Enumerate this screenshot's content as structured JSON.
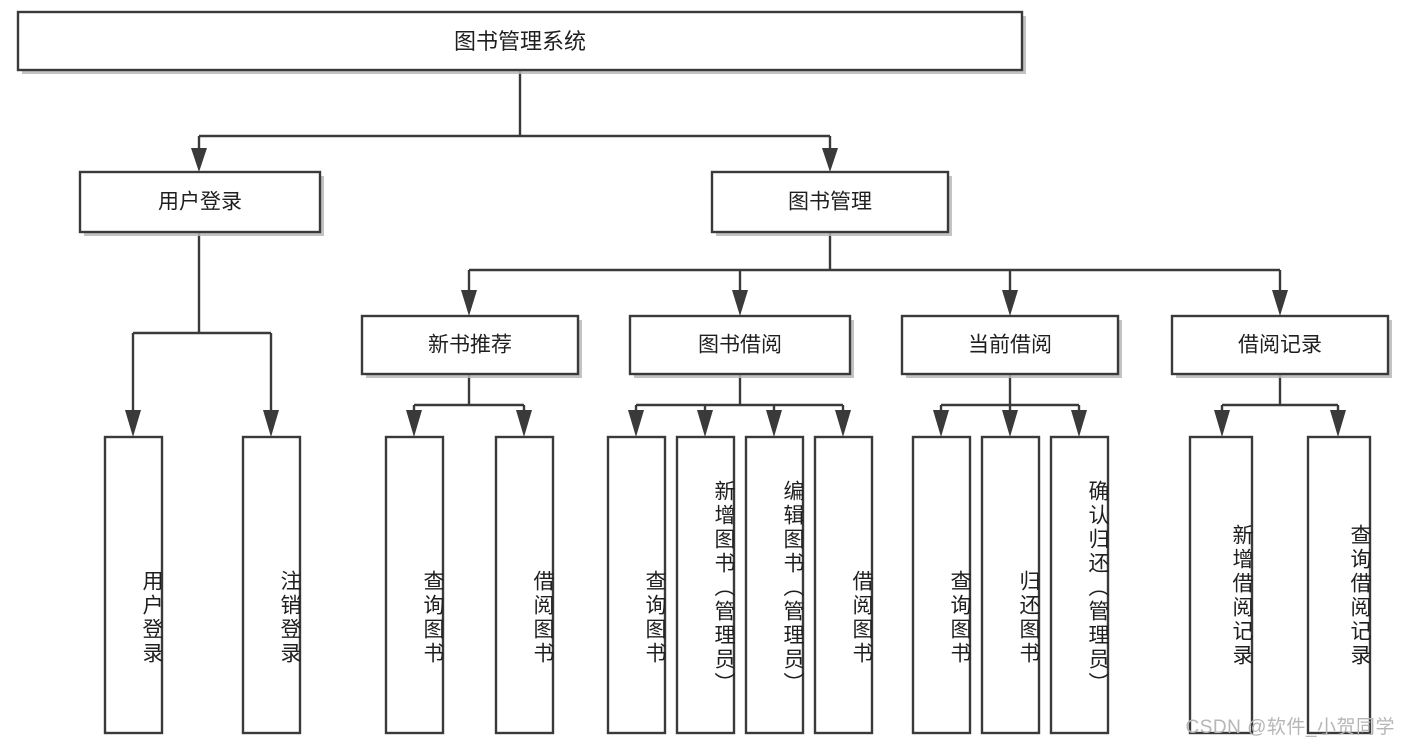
{
  "diagram": {
    "title": "图书管理系统",
    "type": "hierarchy-tree",
    "watermark": "CSDN @软件_小贺同学",
    "colors": {
      "background": "#ffffff",
      "box_stroke": "#3a3a3a",
      "box_fill": "#ffffff",
      "connector": "#3a3a3a",
      "shadow": "#b9b9b9",
      "text": "#1f1f1f",
      "watermark_text": "#b6b6b6"
    },
    "root": {
      "label": "图书管理系统",
      "orientation": "horizontal"
    },
    "level2": [
      {
        "id": "user-login",
        "label": "用户登录",
        "orientation": "horizontal"
      },
      {
        "id": "book-management",
        "label": "图书管理",
        "orientation": "horizontal"
      }
    ],
    "level3": [
      {
        "id": "new-book-recommend",
        "label": "新书推荐",
        "parent": "book-management",
        "orientation": "horizontal"
      },
      {
        "id": "book-borrow",
        "label": "图书借阅",
        "parent": "book-management",
        "orientation": "horizontal"
      },
      {
        "id": "current-borrow",
        "label": "当前借阅",
        "parent": "book-management",
        "orientation": "horizontal"
      },
      {
        "id": "borrow-record",
        "label": "借阅记录",
        "parent": "book-management",
        "orientation": "horizontal"
      }
    ],
    "leaves": [
      {
        "id": "leaf-user-login",
        "label": "用户登录",
        "parent": "user-login",
        "orientation": "vertical"
      },
      {
        "id": "leaf-user-logout",
        "label": "注销登录",
        "parent": "user-login",
        "orientation": "vertical"
      },
      {
        "id": "leaf-query-book-1",
        "label": "查询图书",
        "parent": "new-book-recommend",
        "orientation": "vertical"
      },
      {
        "id": "leaf-borrow-book-1",
        "label": "借阅图书",
        "parent": "new-book-recommend",
        "orientation": "vertical"
      },
      {
        "id": "leaf-query-book-2",
        "label": "查询图书",
        "parent": "book-borrow",
        "orientation": "vertical"
      },
      {
        "id": "leaf-add-book",
        "label": "新增图书（管理员）",
        "parent": "book-borrow",
        "orientation": "vertical"
      },
      {
        "id": "leaf-edit-book",
        "label": "编辑图书（管理员）",
        "parent": "book-borrow",
        "orientation": "vertical"
      },
      {
        "id": "leaf-borrow-book-2",
        "label": "借阅图书",
        "parent": "book-borrow",
        "orientation": "vertical"
      },
      {
        "id": "leaf-query-book-3",
        "label": "查询图书",
        "parent": "current-borrow",
        "orientation": "vertical"
      },
      {
        "id": "leaf-return-book",
        "label": "归还图书",
        "parent": "current-borrow",
        "orientation": "vertical"
      },
      {
        "id": "leaf-confirm-return",
        "label": "确认归还（管理员）",
        "parent": "current-borrow",
        "orientation": "vertical"
      },
      {
        "id": "leaf-add-record",
        "label": "新增借阅记录",
        "parent": "borrow-record",
        "orientation": "vertical"
      },
      {
        "id": "leaf-query-record",
        "label": "查询借阅记录",
        "parent": "borrow-record",
        "orientation": "vertical"
      }
    ]
  }
}
